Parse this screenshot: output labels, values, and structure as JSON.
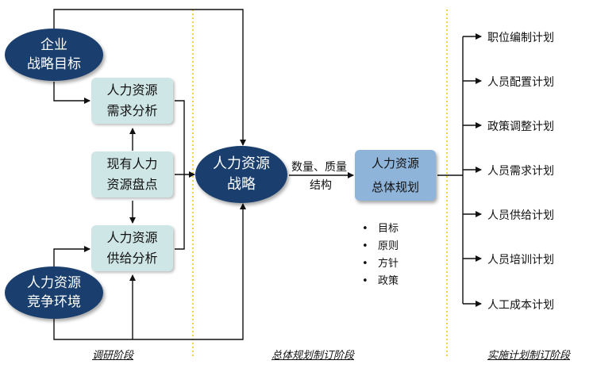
{
  "nodes": {
    "strategy_goal": [
      "企业",
      "战略目标"
    ],
    "demand": [
      "人力资源",
      "需求分析"
    ],
    "inventory": [
      "现有人力",
      "资源盘点"
    ],
    "supply": [
      "人力资源",
      "供给分析"
    ],
    "competition": [
      "人力资源",
      "竞争环境"
    ],
    "hr_strategy": [
      "人力资源",
      "战略"
    ],
    "overall_plan": [
      "人力资源",
      "总体规划"
    ]
  },
  "edge_label": {
    "line1": "数量、质量",
    "line2": "结构"
  },
  "bullets": [
    "目标",
    "原则",
    "方针",
    "政策"
  ],
  "plans": [
    "职位编制计划",
    "人员配置计划",
    "政策调整计划",
    "人员需求计划",
    "人员供给计划",
    "人员培训计划",
    "人工成本计划"
  ],
  "phases": [
    "调研阶段",
    "总体规划制订阶段",
    "实施计划制订阶段"
  ],
  "colors": {
    "dark_blue": "#1a3f6e",
    "light_teal": "#cfe6e6",
    "medium_blue": "#8fb4d9",
    "divider_yellow": "#f2c200"
  }
}
